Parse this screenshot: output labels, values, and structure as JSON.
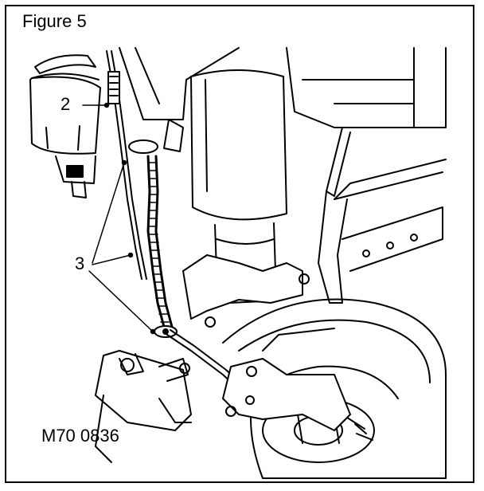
{
  "figure": {
    "title": "Figure 5",
    "callouts": {
      "two": "2",
      "three": "3"
    },
    "reference_code": "M70 0836"
  },
  "colors": {
    "line": "#000000",
    "background": "#ffffff"
  }
}
